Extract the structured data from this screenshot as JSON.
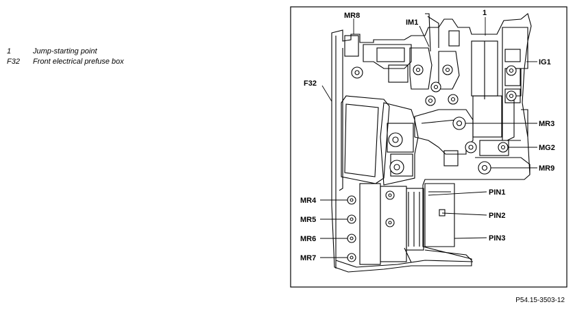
{
  "legend": [
    {
      "key": "1",
      "text": "Jump-starting point"
    },
    {
      "key": "F32",
      "text": "Front electrical prefuse box"
    }
  ],
  "callouts": {
    "mr8": "MR8",
    "im1": "IM1",
    "one": "1",
    "ig1": "IG1",
    "f32": "F32",
    "mr3": "MR3",
    "mg2": "MG2",
    "mr9": "MR9",
    "pin1": "PIN1",
    "pin2": "PIN2",
    "pin3": "PIN3",
    "mr4": "MR4",
    "mr5": "MR5",
    "mr6": "MR6",
    "mr7": "MR7"
  },
  "figure_ref": "P54.15-3503-12"
}
